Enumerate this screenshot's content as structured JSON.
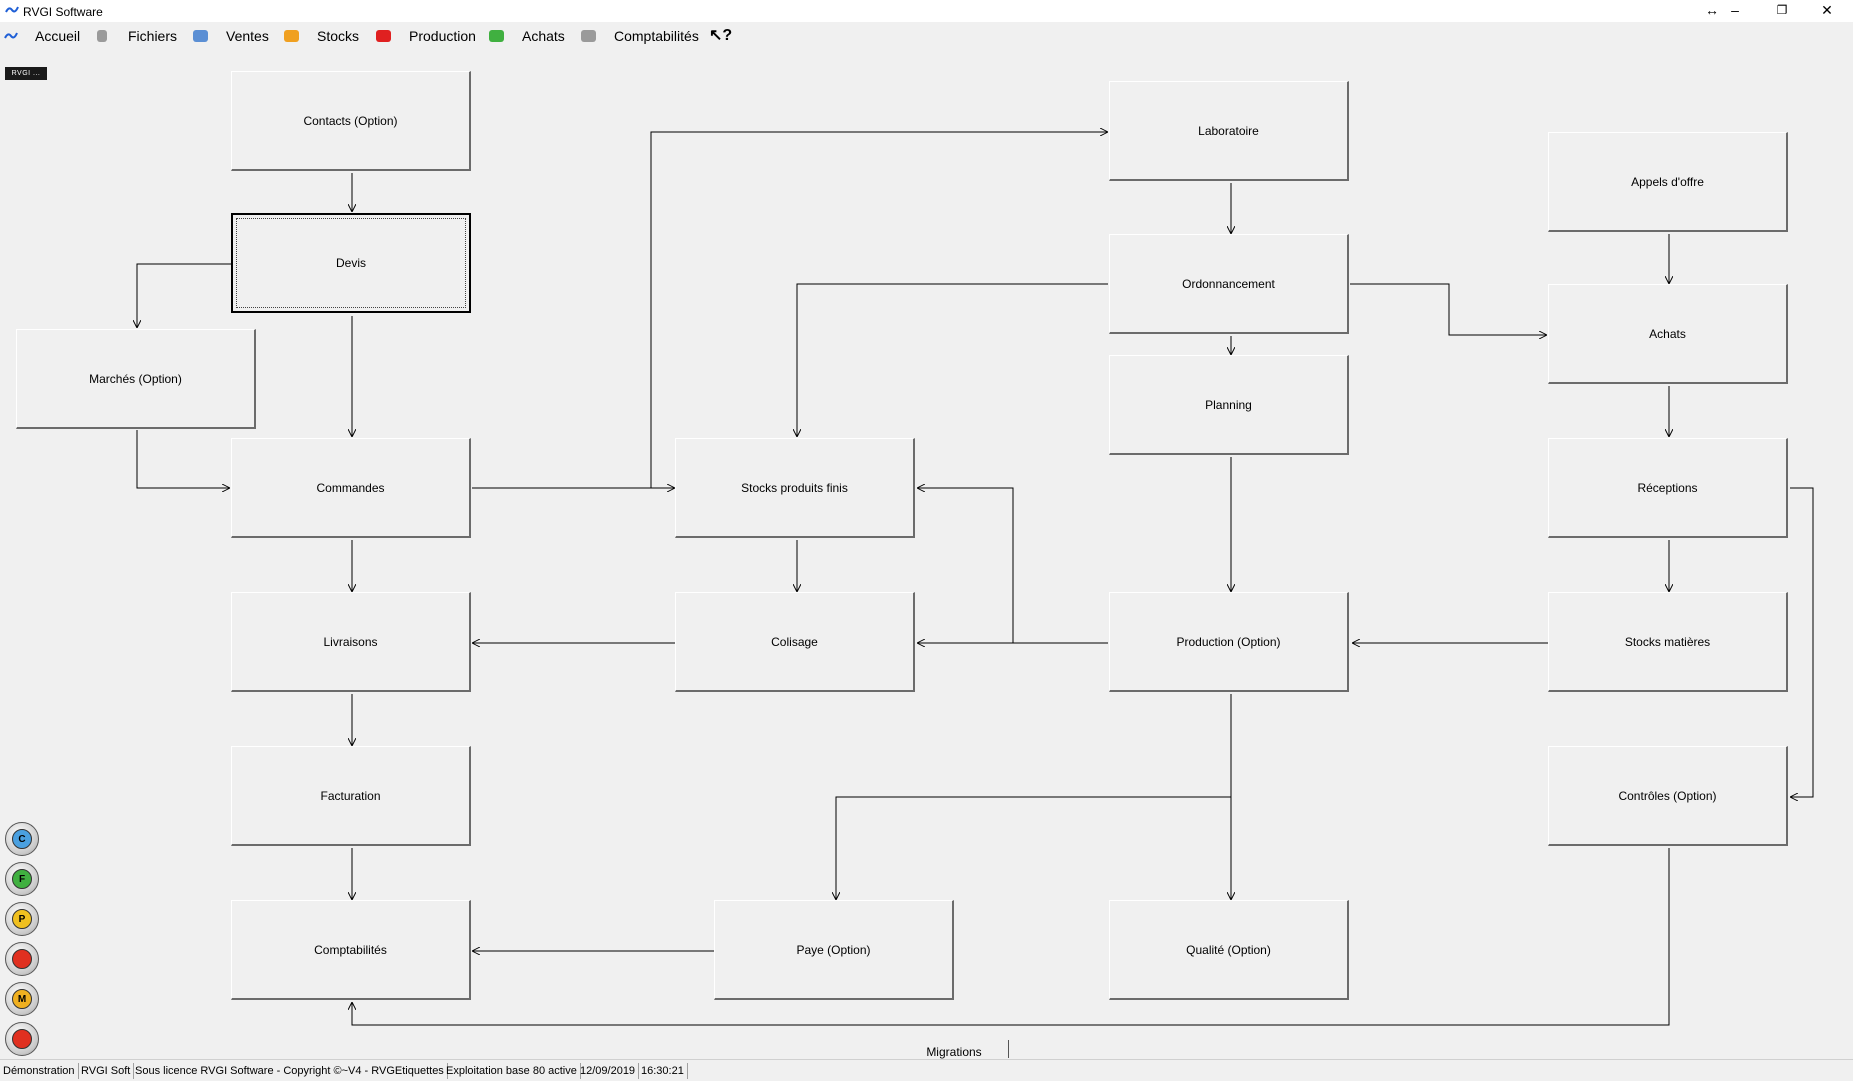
{
  "window": {
    "title": "RVGI Software",
    "controls": {
      "resize": "↔",
      "minimize": "–",
      "restore": "❐",
      "close": "✕"
    }
  },
  "menu": {
    "items": [
      {
        "label": "Accueil",
        "icon": "home-icon",
        "color": "#3b6fd8"
      },
      {
        "label": "Fichiers",
        "icon": "files-icon",
        "color": "#9a9a9a"
      },
      {
        "label": "Ventes",
        "icon": "sales-icon",
        "color": "#5b8fd4"
      },
      {
        "label": "Stocks",
        "icon": "stocks-icon",
        "color": "#f0a020"
      },
      {
        "label": "Production",
        "icon": "production-icon",
        "color": "#e02020"
      },
      {
        "label": "Achats",
        "icon": "purchases-icon",
        "color": "#40b040"
      },
      {
        "label": "Comptabilités",
        "icon": "accounting-icon",
        "color": "#9a9a9a"
      }
    ],
    "help_glyph": "?"
  },
  "badge": {
    "text": "RVGI ..."
  },
  "flow": {
    "contacts": "Contacts (Option)",
    "devis": "Devis",
    "marches": "Marchés (Option)",
    "commandes": "Commandes",
    "livraisons": "Livraisons",
    "facturation": "Facturation",
    "comptabilites": "Comptabilités",
    "stocks_produits_finis": "Stocks produits finis",
    "colisage": "Colisage",
    "paye": "Paye (Option)",
    "laboratoire": "Laboratoire",
    "ordonnancement": "Ordonnancement",
    "planning": "Planning",
    "production": "Production (Option)",
    "qualite": "Qualité (Option)",
    "appels_offre": "Appels d'offre",
    "achats": "Achats",
    "receptions": "Réceptions",
    "stocks_matieres": "Stocks matières",
    "controles": "Contrôles (Option)"
  },
  "side_buttons": [
    {
      "letter": "C",
      "color": "#4aa0e0",
      "name": "c-button"
    },
    {
      "letter": "F",
      "color": "#40b040",
      "name": "f-button"
    },
    {
      "letter": "P",
      "color": "#f0c020",
      "name": "p-button"
    },
    {
      "letter": "",
      "color": "#e03020",
      "name": "red-button"
    },
    {
      "letter": "M",
      "color": "#f0b020",
      "name": "m-button"
    },
    {
      "letter": "",
      "color": "#e03020",
      "name": "power-button"
    }
  ],
  "migrations": "Migrations",
  "status": {
    "mode": "Démonstration",
    "company": "RVGI Soft",
    "license": "Sous licence RVGI Software - Copyright ©~V4 - RVGEtiquettes",
    "base": "Exploitation base 80 active",
    "date": "12/09/2019",
    "time": "16:30:21"
  }
}
